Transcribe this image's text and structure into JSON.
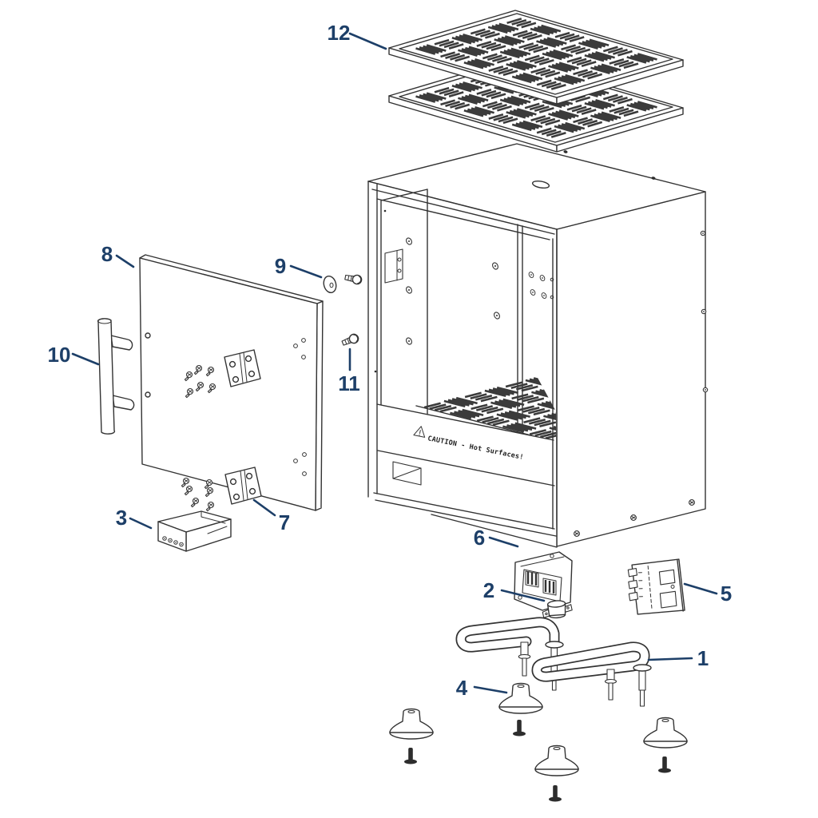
{
  "diagram": {
    "type": "exploded-parts-diagram",
    "background_color": "#ffffff",
    "line_color": "#333333",
    "callout_color": "#1d3f68",
    "caution_label": {
      "icon": "warning-triangle-icon",
      "text": "CAUTION - Hot Surfaces!"
    },
    "callouts": [
      {
        "number": "1"
      },
      {
        "number": "2"
      },
      {
        "number": "3"
      },
      {
        "number": "4"
      },
      {
        "number": "5"
      },
      {
        "number": "6"
      },
      {
        "number": "7"
      },
      {
        "number": "8"
      },
      {
        "number": "9"
      },
      {
        "number": "10"
      },
      {
        "number": "11"
      },
      {
        "number": "12"
      }
    ]
  }
}
